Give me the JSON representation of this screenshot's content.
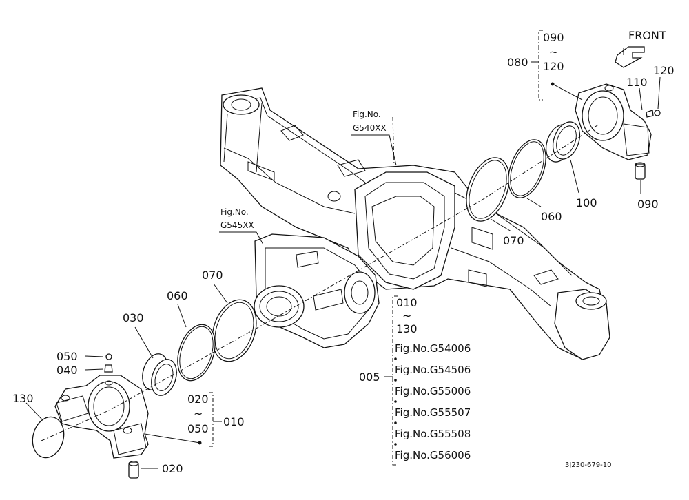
{
  "front_label": "FRONT",
  "footer_code": "3J230-679-10",
  "fig_refs": {
    "top": {
      "line1": "Fig.No.",
      "line2": "G540XX"
    },
    "mid": {
      "line1": "Fig.No.",
      "line2": "G545XX"
    }
  },
  "group_080": {
    "id": "080",
    "from": "090",
    "tilde": "~",
    "to": "120"
  },
  "group_010": {
    "id": "010",
    "from": "020",
    "tilde": "~",
    "to": "050"
  },
  "group_005": {
    "id": "005",
    "from": "010",
    "tilde": "~",
    "to": "130",
    "figs": [
      "Fig.No.G54006",
      "Fig.No.G54506",
      "Fig.No.G55006",
      "Fig.No.G55507",
      "Fig.No.G55508",
      "Fig.No.G56006"
    ]
  },
  "part_labels": {
    "p110": "110",
    "p120": "120",
    "p100": "100",
    "p090": "090",
    "p060a": "060",
    "p070a": "070",
    "p070b": "070",
    "p060b": "060",
    "p030": "030",
    "p050": "050",
    "p040": "040",
    "p130": "130",
    "p020": "020"
  }
}
